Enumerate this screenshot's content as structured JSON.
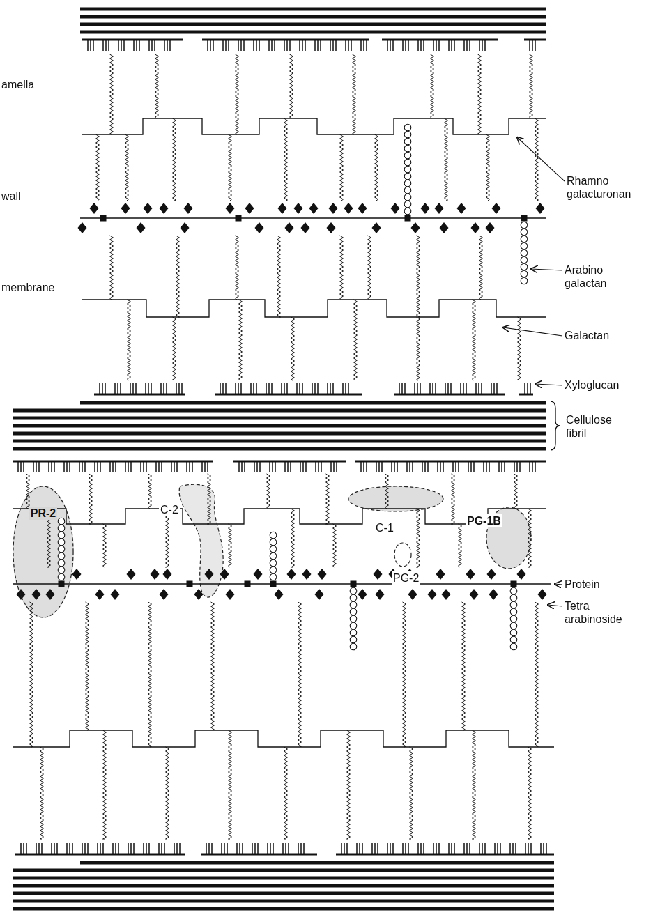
{
  "diagram": {
    "nodes": [
      {
        "text": [
          "PR-2"
        ]
      }
    ],
    "labels": [
      "amella",
      "wall",
      "membrane",
      "Rhamno galacturonan",
      "Arabino galactan",
      "Galactan",
      "Xyloglucan",
      "Cellulose fibril",
      "C-2",
      "C-1",
      "PG-1B",
      "PG-2",
      "Protein",
      "Tetra arabinoside"
    ]
  }
}
